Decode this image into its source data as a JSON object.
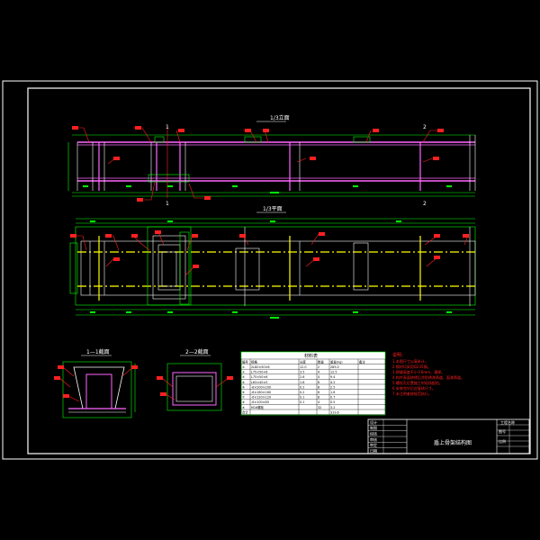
{
  "drawing": {
    "title": "盾上骨架结构图",
    "views": {
      "top_title": "1/3立面",
      "plan_title": "1/3平面",
      "section1_title": "1—1截面",
      "section2_title": "2—2截面",
      "cut_mark_1": "1",
      "cut_mark_2": "2"
    },
    "table": {
      "title": "材料表",
      "headers": [
        "编号",
        "规格",
        "长度",
        "数量",
        "重量(kg)",
        "备注"
      ],
      "rows": [
        [
          "①",
          "2L80×50×8",
          "12.0",
          "2",
          "285.0",
          ""
        ],
        [
          "②",
          "L75×50×6",
          "3.5",
          "4",
          "12.5",
          ""
        ],
        [
          "③",
          "L75×50×6",
          "2.6",
          "4",
          "9.4",
          ""
        ],
        [
          "④",
          "L63×40×5",
          "1.8",
          "6",
          "4.2",
          ""
        ],
        [
          "⑤",
          "-8×200×200",
          "0.2",
          "8",
          "2.5",
          ""
        ],
        [
          "⑥",
          "-8×160×160",
          "0.2",
          "6",
          "1.6",
          ""
        ],
        [
          "⑦",
          "-6×120×120",
          "0.1",
          "8",
          "0.7",
          ""
        ],
        [
          "⑧",
          "-8×100×80",
          "0.1",
          "4",
          "0.5",
          ""
        ],
        [
          "⑨",
          "M16螺栓",
          "",
          "32",
          "3.2",
          ""
        ],
        [
          "合计",
          "",
          "",
          "",
          "319.6",
          ""
        ]
      ]
    },
    "notes": {
      "heading": "说明：",
      "lines": [
        "1.本图尺寸以毫米计。",
        "2.钢材均采用Q235钢。",
        "3.焊缝高度不小于6mm，满焊。",
        "4.构件表面除锈后涂防锈漆两道，面漆两道。",
        "5.螺栓孔位置施工时现场配钻。",
        "6.安装完毕后应复核尺寸。",
        "7.未注明者按规范执行。"
      ]
    },
    "title_block": {
      "labels": [
        "设计",
        "制图",
        "校核",
        "审核",
        "审定",
        "日期"
      ],
      "project_label": "工程名称",
      "drawing_no_label": "图号",
      "scale_label": "比例"
    }
  },
  "colors": {
    "background": "#000000",
    "frame": "#ffffff",
    "beam": "#ff66ff",
    "dimension": "#00ff00",
    "callout": "#ff2020",
    "centerline": "#ffff00",
    "table_bg": "#ffffff"
  }
}
